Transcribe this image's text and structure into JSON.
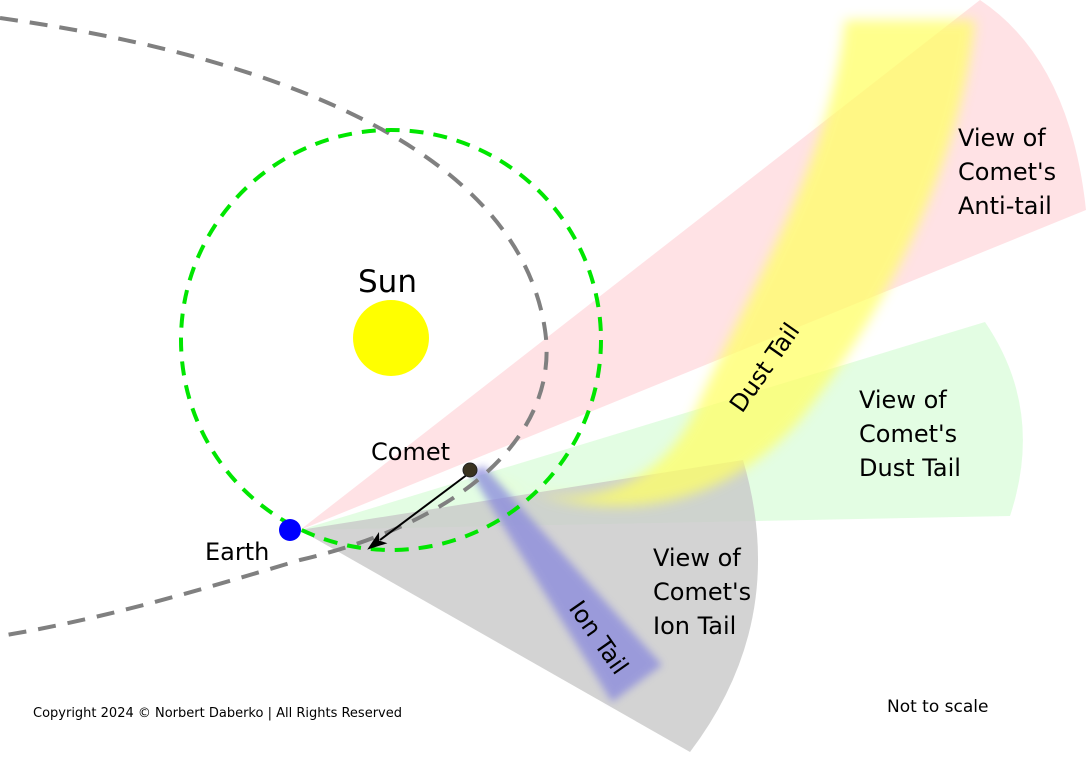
{
  "title": "Comet tails as seen from Earth",
  "bodies": {
    "sun": {
      "label": "Sun",
      "color": "#ffff00"
    },
    "earth": {
      "label": "Earth",
      "color": "#0000ff"
    },
    "comet": {
      "label": "Comet",
      "color": "#3a3320"
    }
  },
  "orbits": {
    "earth_orbit_color": "#00e600",
    "comet_orbit_color": "#808080"
  },
  "tails": {
    "dust_tail": {
      "label": "Dust Tail",
      "color": "#ffff66"
    },
    "ion_tail": {
      "label": "Ion Tail",
      "color": "#9999dd"
    }
  },
  "views": {
    "anti_tail": {
      "lines": [
        "View of",
        "Comet's",
        "Anti-tail"
      ],
      "color": "#ffdde0"
    },
    "dust_tail": {
      "lines": [
        "View of",
        "Comet's",
        "Dust Tail"
      ],
      "color": "#e0fde0"
    },
    "ion_tail": {
      "lines": [
        "View of",
        "Comet's",
        "Ion Tail"
      ],
      "color": "#c8c8c8"
    }
  },
  "footer": {
    "copyright": "Copyright 2024 © Norbert Daberko | All Rights Reserved",
    "scale_note": "Not to scale"
  }
}
